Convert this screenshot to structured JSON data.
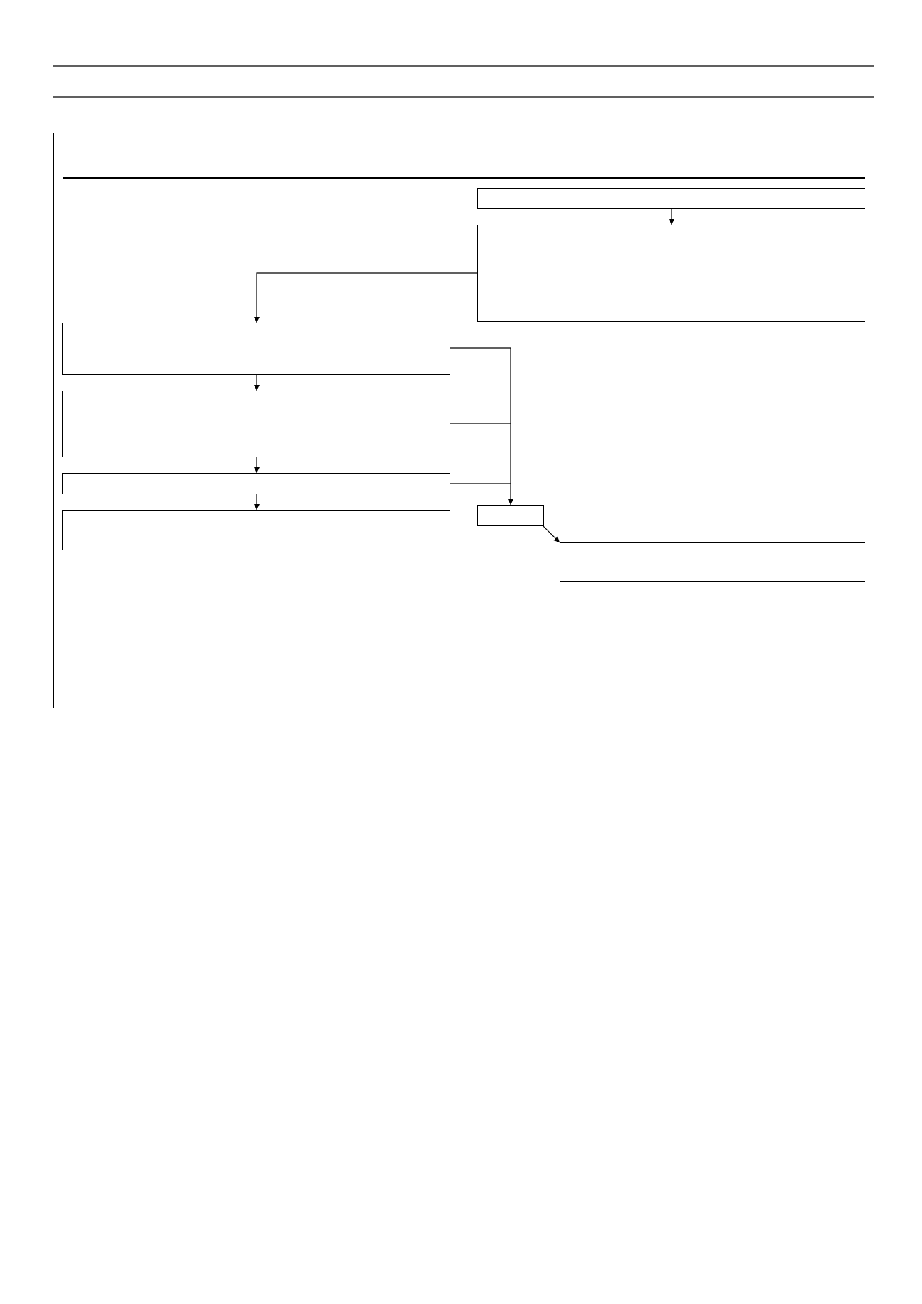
{
  "colors": {
    "background": "#ffffff",
    "stroke": "#000000"
  },
  "diagram": {
    "title": "",
    "boxes": [
      {
        "id": "box-right-header",
        "text": ""
      },
      {
        "id": "box-right-main",
        "text": ""
      },
      {
        "id": "box-left-1",
        "text": ""
      },
      {
        "id": "box-left-2",
        "text": ""
      },
      {
        "id": "box-left-3",
        "text": ""
      },
      {
        "id": "box-left-4",
        "text": ""
      },
      {
        "id": "box-small-merge",
        "text": ""
      },
      {
        "id": "box-result",
        "text": ""
      }
    ]
  }
}
